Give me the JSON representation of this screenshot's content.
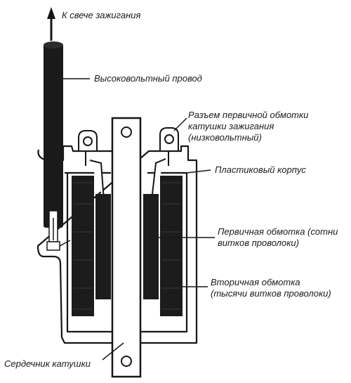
{
  "labels": {
    "to_spark_plug": "К свече зажигания",
    "hv_wire": "Высоковольтный провод",
    "primary_connector": [
      "Разъем первичной обмотки",
      "катушки зажигания",
      "(низковольтный)"
    ],
    "plastic_case": "Пластиковый корпус",
    "primary_winding": [
      "Первичная обмотка (сотни",
      "витков проволоки)"
    ],
    "secondary_winding": [
      "Вторичная обмотка",
      "(тысячи витков проволоки)"
    ],
    "core": "Сердечник катушки"
  },
  "colors": {
    "ink": "#161616",
    "paper": "#ffffff",
    "winding": "#1c1c1c"
  }
}
